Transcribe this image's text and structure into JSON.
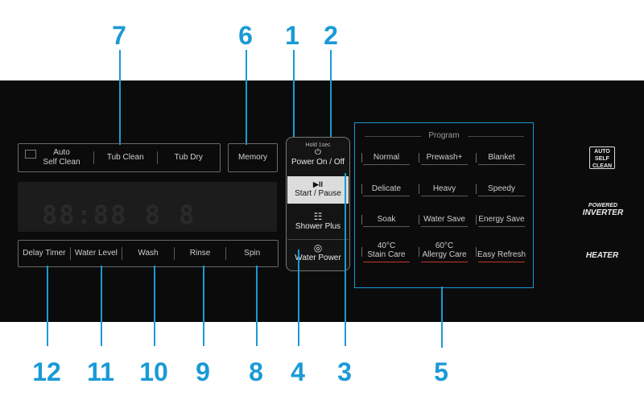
{
  "callouts": {
    "c1": "1",
    "c2": "2",
    "c3": "3",
    "c4": "4",
    "c5": "5",
    "c6": "6",
    "c7": "7",
    "c8": "8",
    "c9": "9",
    "c10": "10",
    "c11": "11",
    "c12": "12"
  },
  "top_row": {
    "auto_self_clean_line1": "Auto",
    "auto_self_clean_line2": "Self Clean",
    "tub_clean": "Tub Clean",
    "tub_dry": "Tub Dry",
    "memory": "Memory"
  },
  "display": {
    "segments": "88:88 8 8"
  },
  "bottom_row": {
    "delay_timer": "Delay Timer",
    "water_level": "Water Level",
    "wash": "Wash",
    "rinse": "Rinse",
    "spin": "Spin"
  },
  "center": {
    "hold_hint": "Hold 1sec",
    "power": "Power On / Off",
    "start_pause_icon": "▶II",
    "start_pause": "Start / Pause",
    "shower_plus": "Shower Plus",
    "water_power": "Water Power"
  },
  "program": {
    "title": "Program",
    "options": [
      [
        "Normal",
        "Prewash+",
        "Blanket"
      ],
      [
        "Delicate",
        "Heavy",
        "Speedy"
      ],
      [
        "Soak",
        "Water Save",
        "Energy Save"
      ]
    ],
    "last_row": {
      "stain_care_1": "40°C",
      "stain_care_2": "Stain Care",
      "allergy_care_1": "60°C",
      "allergy_care_2": "Allergy Care",
      "easy_refresh": "Easy Refresh"
    }
  },
  "badges": {
    "auto_self_clean": "AUTO SELF CLEAN",
    "powered_inverter_1": "POWERED",
    "powered_inverter_2": "INVERTER",
    "heater": "HEATER"
  },
  "colors": {
    "accent": "#1a9ad6",
    "panel": "#0b0b0b",
    "allergy_underline": "#c0392b"
  }
}
